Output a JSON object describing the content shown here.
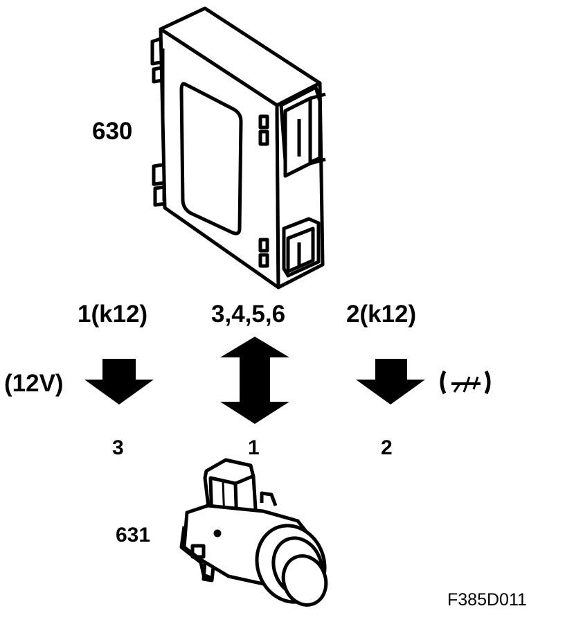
{
  "labels": {
    "module_id": "630",
    "sensor_id": "631",
    "left_pin_module": "1(k12)",
    "center_pins_module": "3,4,5,6",
    "right_pin_module": "2(k12)",
    "left_supply": "(12V)",
    "left_pin_sensor": "3",
    "center_pin_sensor": "1",
    "right_pin_sensor": "2",
    "figure_code": "F385D011"
  },
  "icons": {
    "ground_symbol": "ground-icon",
    "arrow_down_left": "arrow-down-icon",
    "arrow_bidirectional": "arrow-up-down-icon",
    "arrow_down_right": "arrow-down-icon"
  },
  "colors": {
    "ink": "#000000",
    "paper": "#ffffff"
  }
}
